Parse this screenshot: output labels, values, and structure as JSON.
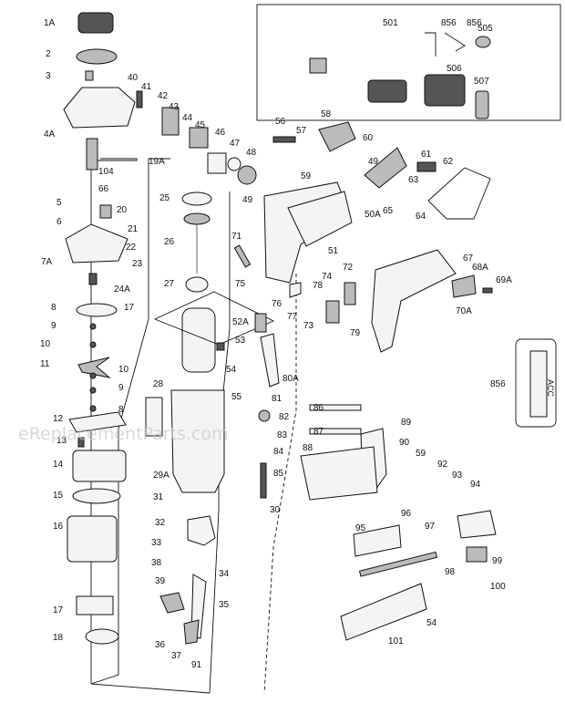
{
  "watermark": "eReplacementParts.com",
  "kit_box_text": "ACC",
  "labels": [
    "1A",
    "2",
    "3",
    "4A",
    "40",
    "41",
    "42",
    "43",
    "44",
    "45",
    "46",
    "47",
    "48",
    "19A",
    "104",
    "66",
    "5",
    "6",
    "20",
    "21",
    "22",
    "7A",
    "23",
    "24A",
    "8",
    "9",
    "10",
    "11",
    "10",
    "9",
    "8",
    "12",
    "13",
    "14",
    "15",
    "16",
    "17",
    "17",
    "18",
    "25",
    "26",
    "27",
    "52A",
    "53",
    "54",
    "28",
    "55",
    "29A",
    "56",
    "57",
    "58",
    "59",
    "60",
    "49",
    "49",
    "50A",
    "71",
    "51",
    "75",
    "76",
    "77",
    "73",
    "74",
    "72",
    "78",
    "79",
    "80A",
    "81",
    "82",
    "83",
    "84",
    "85",
    "86",
    "87",
    "88",
    "89",
    "90",
    "59",
    "30",
    "31",
    "32",
    "33",
    "38",
    "34",
    "39",
    "35",
    "36",
    "37",
    "91",
    "92",
    "93",
    "94",
    "95",
    "96",
    "97",
    "98",
    "99",
    "100",
    "101",
    "54",
    "61",
    "62",
    "63",
    "64",
    "65",
    "67",
    "68A",
    "69A",
    "70A",
    "501",
    "856",
    "856",
    "505",
    "506",
    "507",
    "856"
  ]
}
